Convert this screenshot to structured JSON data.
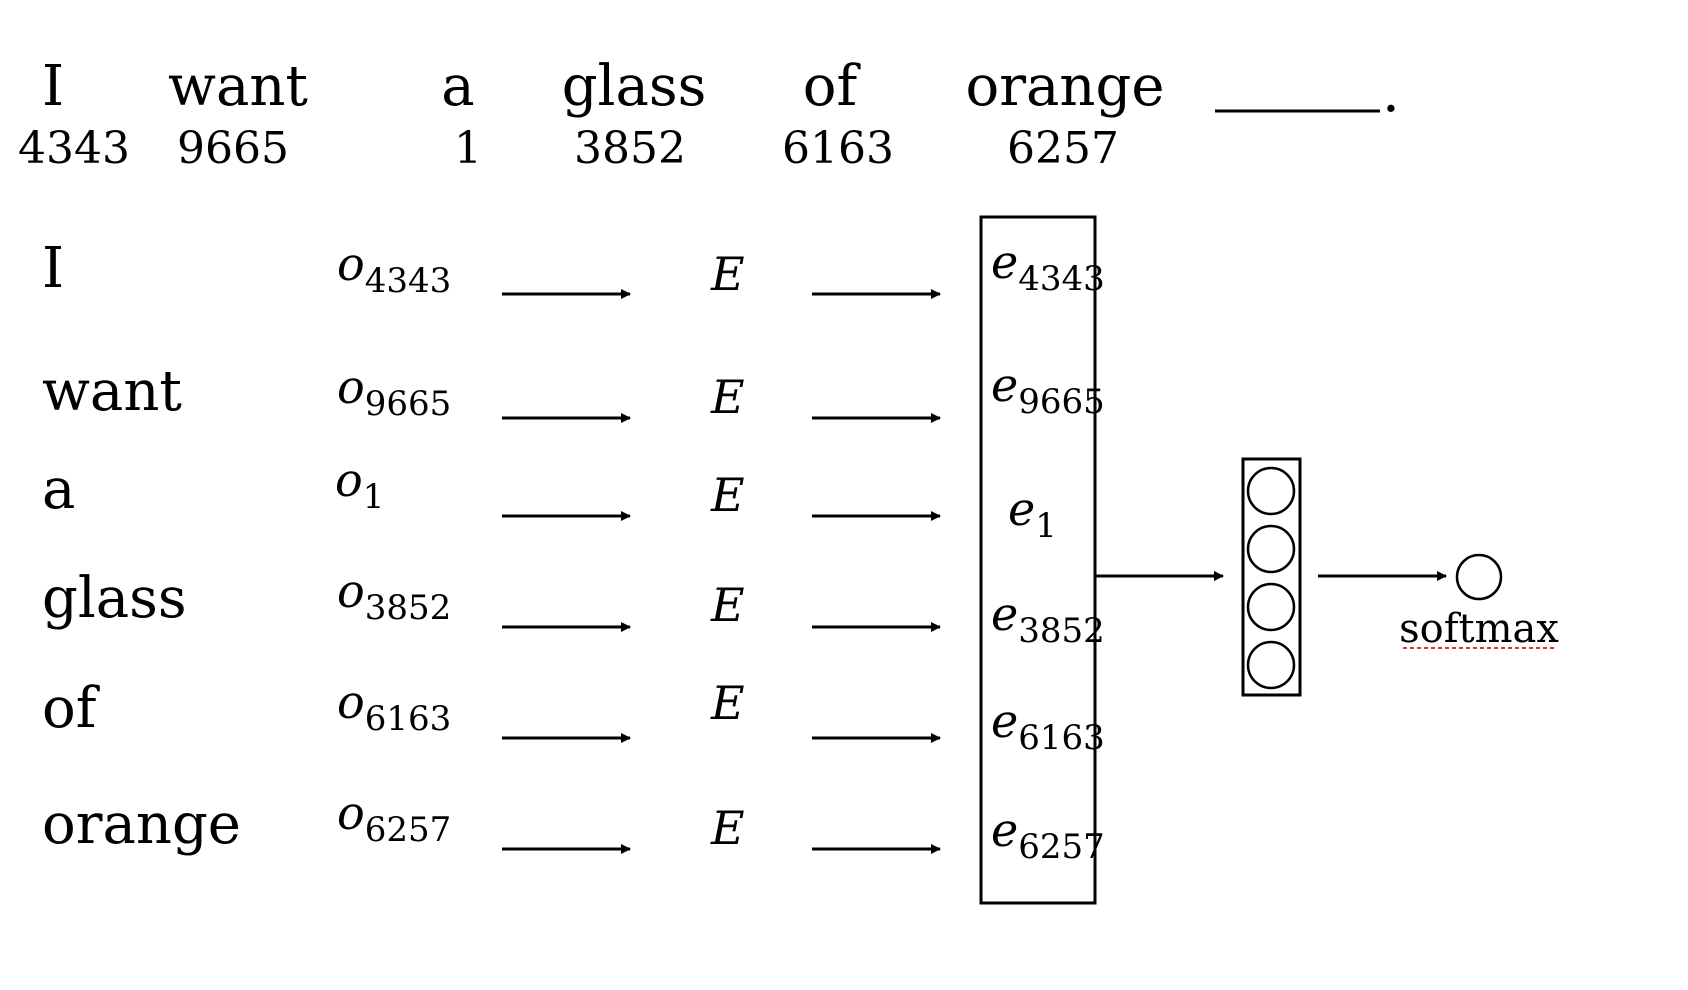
{
  "sentence": {
    "words": [
      {
        "word": "I",
        "id": "4343"
      },
      {
        "word": "want",
        "id": "9665"
      },
      {
        "word": "a",
        "id": "1"
      },
      {
        "word": "glass",
        "id": "3852"
      },
      {
        "word": "of",
        "id": "6163"
      },
      {
        "word": "orange",
        "id": "6257"
      }
    ],
    "period": "."
  },
  "rows": [
    {
      "word": "I",
      "o": "o",
      "o_sub": "4343",
      "matrix": "E",
      "e": "e",
      "e_sub": "4343"
    },
    {
      "word": "want",
      "o": "o",
      "o_sub": "9665",
      "matrix": "E",
      "e": "e",
      "e_sub": "9665"
    },
    {
      "word": "a",
      "o": "o",
      "o_sub": "1",
      "matrix": "E",
      "e": "e",
      "e_sub": "1"
    },
    {
      "word": "glass",
      "o": "o",
      "o_sub": "3852",
      "matrix": "E",
      "e": "e",
      "e_sub": "3852"
    },
    {
      "word": "of",
      "o": "o",
      "o_sub": "6163",
      "matrix": "E",
      "e": "e",
      "e_sub": "6163"
    },
    {
      "word": "orange",
      "o": "o",
      "o_sub": "6257",
      "matrix": "E",
      "e": "e",
      "e_sub": "6257"
    }
  ],
  "hidden_layer": {
    "units": 4
  },
  "output": {
    "label": "softmax"
  },
  "colors": {
    "ink": "#000000",
    "spellcheck": "#e03030"
  }
}
